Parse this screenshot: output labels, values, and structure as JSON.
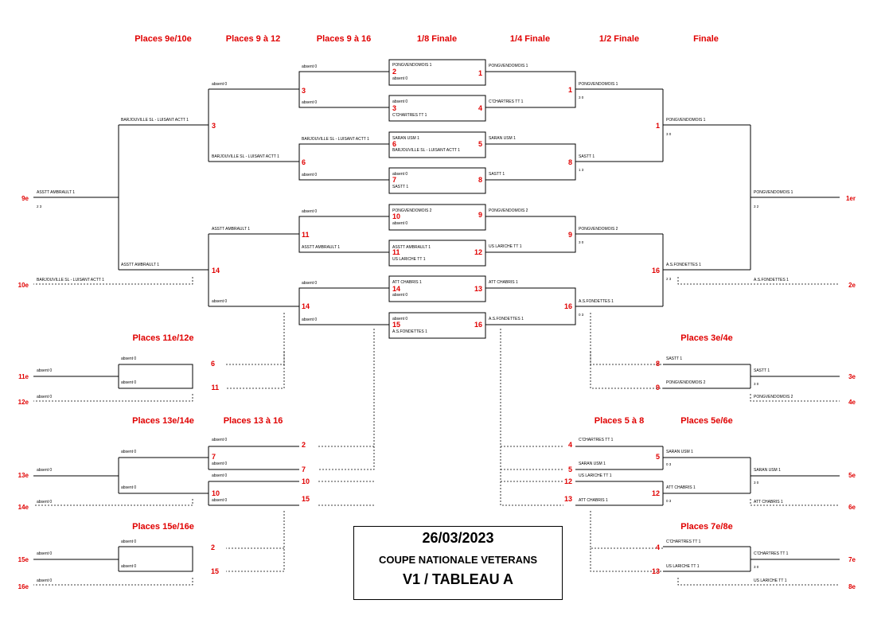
{
  "headers": [
    "Places 9e/10e",
    "Places 9 à 12",
    "Places 9 à 16",
    "1/8 Finale",
    "1/4 Finale",
    "1/2 Finale",
    "Finale"
  ],
  "section_titles": {
    "p11_12": "Places 11e/12e",
    "p13_14": "Places 13e/14e",
    "p13_16": "Places 13 à 16",
    "p15_16": "Places 15e/16e",
    "p3_4": "Places 3e/4e",
    "p5_8": "Places 5 à 8",
    "p5_6": "Places 5e/6e",
    "p7_8": "Places 7e/8e"
  },
  "places": [
    "9e",
    "10e",
    "11e",
    "12e",
    "13e",
    "14e",
    "15e",
    "16e",
    "1er",
    "2e",
    "3e",
    "4e",
    "5e",
    "6e",
    "7e",
    "8e"
  ],
  "round16": [
    {
      "top": "PONGVENDOMOIS 1",
      "top_seed": "2",
      "bottom": "absent 0",
      "bottom_seed": "",
      "match": "1",
      "winner": "PONGVENDOMOIS 1"
    },
    {
      "top": "absent 0",
      "top_seed": "3",
      "bottom": "C'CHARTRES TT 1",
      "bottom_seed": "",
      "match": "4",
      "winner": "C'CHARTRES TT 1"
    },
    {
      "top": "SARAN USM 1",
      "top_seed": "6",
      "bottom": "BARJOUVILLE SL - LUISANT ACTT 1",
      "bottom_seed": "",
      "match": "5",
      "winner": "SARAN USM 1"
    },
    {
      "top": "absent 0",
      "top_seed": "7",
      "bottom": "SASTT 1",
      "bottom_seed": "",
      "match": "8",
      "winner": "SASTT 1"
    },
    {
      "top": "PONGVENDOMOIS 2",
      "top_seed": "10",
      "bottom": "absent 0",
      "bottom_seed": "",
      "match": "9",
      "winner": "PONGVENDOMOIS 2"
    },
    {
      "top": "ASSTT AMBRAULT 1",
      "top_seed": "11",
      "bottom": "US LARICHE TT 1",
      "bottom_seed": "",
      "match": "12",
      "winner": "US LARICHE TT 1"
    },
    {
      "top": "ATT CHABRIS 1",
      "top_seed": "14",
      "bottom": "absent 0",
      "bottom_seed": "",
      "match": "13",
      "winner": "ATT CHABRIS 1"
    },
    {
      "top": "absent 0",
      "top_seed": "15",
      "bottom": "A.S.FONDETTES 1",
      "bottom_seed": "",
      "match": "16",
      "winner": "A.S.FONDETTES 1"
    }
  ],
  "quarters": [
    {
      "name": "PONGVENDOMOIS 1",
      "num": "1",
      "score": "3 0"
    },
    {
      "name": "SASTT 1",
      "num": "8",
      "score": "1 3"
    },
    {
      "name": "PONGVENDOMOIS 2",
      "num": "9",
      "score": "3 0"
    },
    {
      "name": "A.S.FONDETTES 1",
      "num": "16",
      "score": "0 3"
    }
  ],
  "semis": [
    {
      "name": "PONGVENDOMOIS 1",
      "num": "1",
      "score": "3 0"
    },
    {
      "name": "A.S.FONDETTES 1",
      "num": "16",
      "score": "2 3"
    }
  ],
  "final": {
    "winner": "PONGVENDOMOIS 1",
    "score": "3 2",
    "runner_up": "A.S.FONDETTES 1"
  },
  "consolation_left": {
    "r1": [
      {
        "name": "absent 0",
        "num": "3"
      },
      {
        "name": "BARJOUVILLE SL - LUISANT ACTT 1",
        "num": "6"
      },
      {
        "name": "absent 0",
        "num": "11"
      },
      {
        "name": "ASSTT AMBRAULT 1",
        "num": "14"
      },
      {
        "name": "absent 0",
        "num": "14"
      }
    ],
    "semi_top": "BARJOUVILLE SL - LUISANT ACTT 1",
    "semi_top_num": "3",
    "semi_bottom": "ASSTT AMBRAULT 1",
    "semi_bottom_num": "14",
    "p9_winner": "ASSTT AMBRAULT 1",
    "p9_score": "2 3",
    "p10": "BARJOUVILLE SL - LUISANT ACTT 1",
    "p9_11_top": "absent 0",
    "p9_11_mid": "ASSTT AMBRAULT 1"
  },
  "small": {
    "absent": "absent 0",
    "p11_nums": [
      "6",
      "11"
    ],
    "p13_nums": [
      "2",
      "7",
      "10",
      "15"
    ],
    "p13_seeds": [
      "7",
      "10"
    ],
    "p15_nums": [
      "2",
      "15"
    ]
  },
  "consolation_right": {
    "p3_top": "SASTT 1",
    "p3_top_num": "8",
    "p3_bottom": "PONGVENDOMOIS 2",
    "p3_bottom_num": "9",
    "p3_winner": "SASTT 1",
    "p3_score": "3 0",
    "p4": "PONGVENDOMOIS 2",
    "p58_nums": [
      "4",
      "5",
      "12",
      "13"
    ],
    "p58_names": [
      "C'CHARTRES TT 1",
      "SARAN USM 1",
      "US LARICHE TT 1",
      "ATT CHABRIS 1"
    ],
    "p58_winners": [
      {
        "name": "SARAN USM 1",
        "num": "5",
        "score": "0 3"
      },
      {
        "name": "ATT CHABRIS 1",
        "num": "12",
        "score": "0 3"
      }
    ],
    "p5_winner": "SARAN USM 1",
    "p5_score": "3 0",
    "p6": "ATT CHABRIS 1",
    "p7_top": "C'CHARTRES TT 1",
    "p7_top_num": "4",
    "p7_bottom": "US LARICHE TT 1",
    "p7_bottom_num": "13",
    "p7_winner": "C'CHARTRES TT 1",
    "p7_score": "3 0",
    "p8": "US LARICHE TT 1"
  },
  "info_box": {
    "date": "26/03/2023",
    "competition": "COUPE NATIONALE VETERANS",
    "table": "V1 / TABLEAU A"
  }
}
